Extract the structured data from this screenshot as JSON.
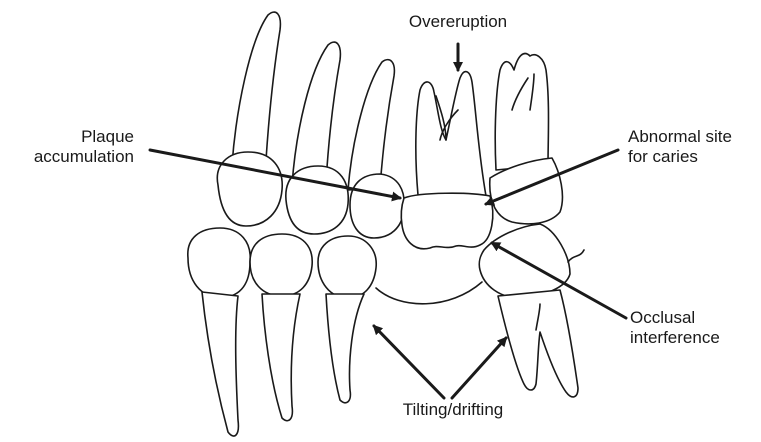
{
  "labels": {
    "overeruption": "Overeruption",
    "plaque_line1": "Plaque",
    "plaque_line2": "accumulation",
    "caries_line1": "Abnormal site",
    "caries_line2": "for caries",
    "occlusal_line1": "Occlusal",
    "occlusal_line2": "interference",
    "tilting": "Tilting/drifting"
  },
  "colors": {
    "ink": "#1a1a1a",
    "background": "#ffffff"
  }
}
